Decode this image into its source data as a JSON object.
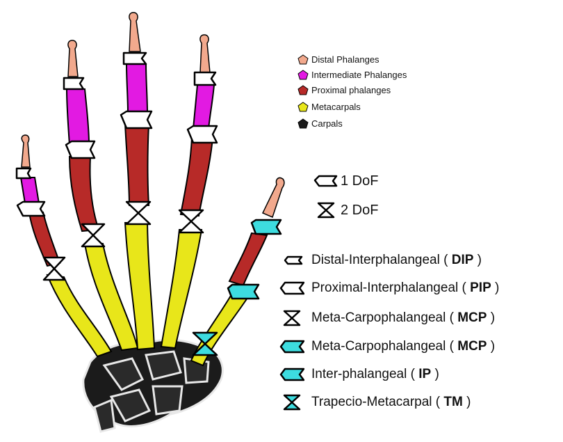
{
  "colors": {
    "distal": "#f2a98d",
    "intermediate": "#e21ae2",
    "proximal": "#b72a28",
    "metacarpal": "#e8e61a",
    "carpal": "#1b1b1b",
    "thumb_joint": "#3ddcdf"
  },
  "bone_legend": [
    {
      "label": "Distal Phalanges",
      "color": "#f2a98d",
      "icon": "pentagon-icon"
    },
    {
      "label": "Intermediate Phalanges",
      "color": "#e21ae2",
      "icon": "pentagon-icon"
    },
    {
      "label": "Proximal phalanges",
      "color": "#b72a28",
      "icon": "pentagon-icon"
    },
    {
      "label": "Metacarpals",
      "color": "#e8e61a",
      "icon": "pentagon-icon"
    },
    {
      "label": "Carpals",
      "color": "#1b1b1b",
      "icon": "pentagon-icon"
    }
  ],
  "dof_legend": [
    {
      "label": "1 DoF",
      "icon": "one-dof-icon"
    },
    {
      "label": "2 DoF",
      "icon": "two-dof-icon"
    }
  ],
  "joint_legend": [
    {
      "prefix": "Distal-Interphalangeal ( ",
      "abbr": "DIP",
      "suffix": " )",
      "icon": "small-chevron-icon",
      "fill": "#ffffff"
    },
    {
      "prefix": "Proximal-Interphalangeal ( ",
      "abbr": "PIP",
      "suffix": " )",
      "icon": "large-chevron-icon",
      "fill": "#ffffff"
    },
    {
      "prefix": "Meta-Carpophalangeal ( ",
      "abbr": "MCP",
      "suffix": " )",
      "icon": "hourglass-icon",
      "fill": "#ffffff"
    },
    {
      "prefix": "Meta-Carpophalangeal ( ",
      "abbr": "MCP",
      "suffix": " )",
      "icon": "large-chevron-icon",
      "fill": "#3ddcdf"
    },
    {
      "prefix": "Inter-phalangeal ( ",
      "abbr": "IP",
      "suffix": " )",
      "icon": "large-chevron-icon",
      "fill": "#3ddcdf"
    },
    {
      "prefix": "Trapecio-Metacarpal ( ",
      "abbr": "TM",
      "suffix": " )",
      "icon": "hourglass-icon",
      "fill": "#3ddcdf"
    }
  ]
}
